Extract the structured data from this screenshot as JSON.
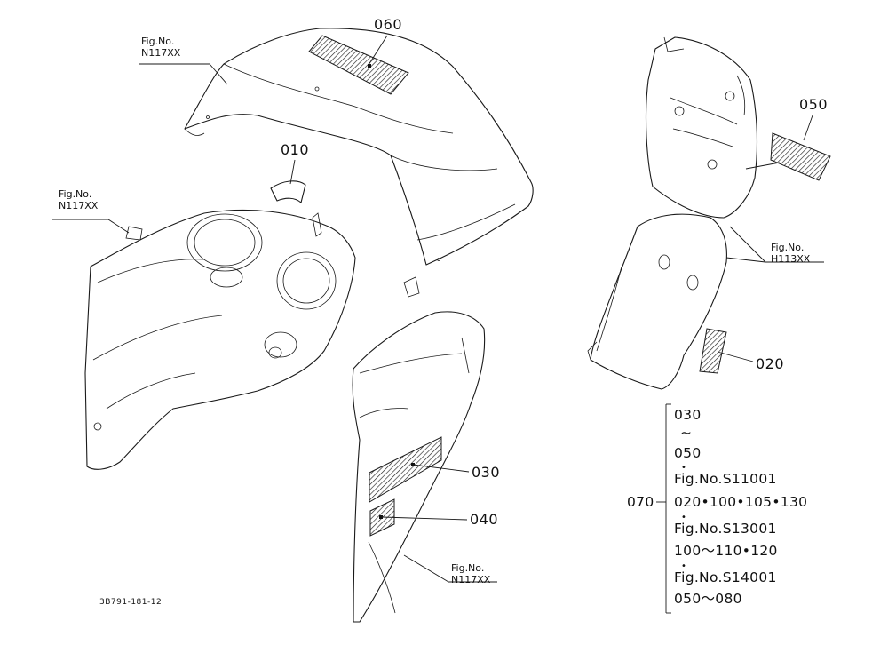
{
  "callouts": {
    "c060": "060",
    "c010": "010",
    "c050": "050",
    "c020": "020",
    "c030": "030",
    "c040": "040"
  },
  "fig_refs": {
    "top_hood": [
      "Fig.No.",
      "N117XX"
    ],
    "left_panel": [
      "Fig.No.",
      "N117XX"
    ],
    "right_bracket": [
      "Fig.No.",
      "H113XX"
    ],
    "bottom_panel": [
      "Fig.No.",
      "N117XX"
    ]
  },
  "drawing_code": "3B791-181-12",
  "set_070": {
    "number": "070",
    "lines": [
      "030",
      "~",
      "050",
      "•",
      "Fig.No.S11001",
      "020•100•105•130",
      "•",
      "Fig.No.S13001",
      "100～110•120",
      "•",
      "Fig.No.S14001",
      "050～080"
    ]
  }
}
